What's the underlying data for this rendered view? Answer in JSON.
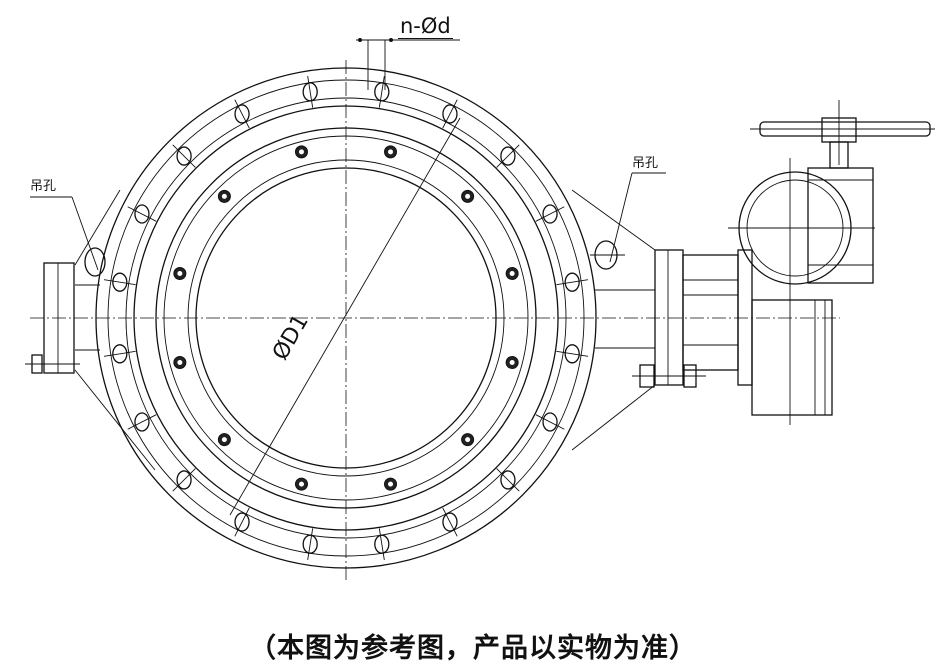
{
  "drawing": {
    "title": "Flanged butterfly valve with worm-gear handwheel actuator",
    "labels": {
      "bolt_holes": "n-Ød",
      "lifting_hole_left": "吊孔",
      "lifting_hole_right": "吊孔",
      "diameter": "ØD1"
    },
    "outer_bolt_count": 20,
    "inner_bolt_count": 12
  },
  "caption": "（本图为参考图，产品以实物为准）"
}
